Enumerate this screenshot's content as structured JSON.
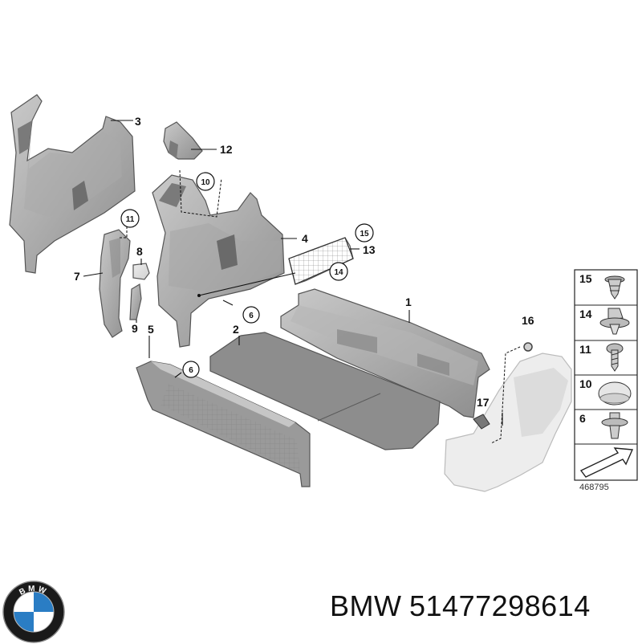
{
  "callouts": {
    "c1": "1",
    "c2": "2",
    "c3": "3",
    "c4": "4",
    "c5": "5",
    "c6a": "6",
    "c6b": "6",
    "c7": "7",
    "c8": "8",
    "c9": "9",
    "c10": "10",
    "c11": "11",
    "c12": "12",
    "c13": "13",
    "c14": "14",
    "c15": "15",
    "c16": "16",
    "c17": "17"
  },
  "legend": {
    "items": [
      "15",
      "14",
      "11",
      "10",
      "6"
    ],
    "reference": "468795"
  },
  "caption": {
    "brand": "BMW",
    "part_number": "51477298614"
  },
  "logo": {
    "letters": "BMW",
    "colors": {
      "blue": "#2a7dc4",
      "ring": "#1a1a1a",
      "white": "#ffffff"
    }
  }
}
